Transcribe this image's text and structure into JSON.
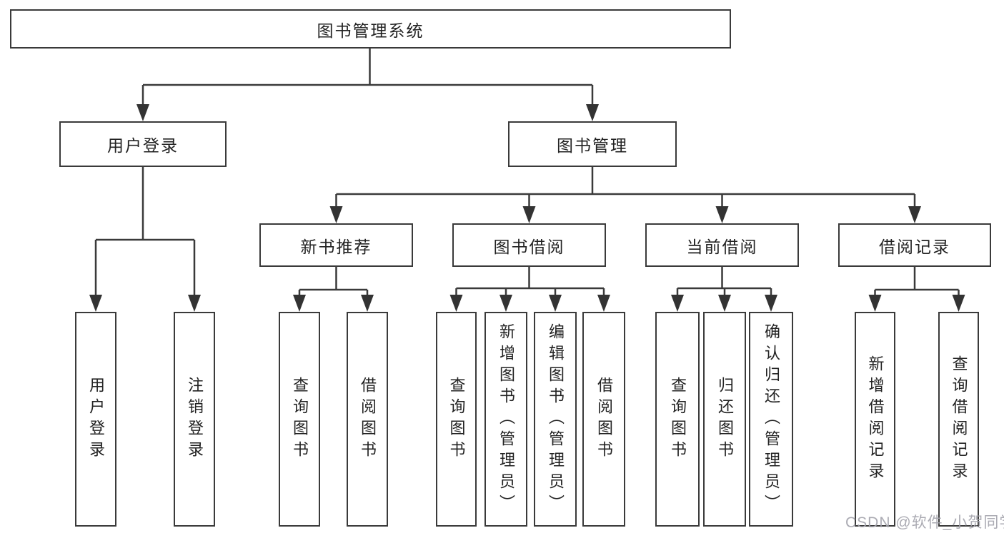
{
  "tree": {
    "label": "图书管理系统",
    "children": [
      {
        "label": "用户登录",
        "children": [
          {
            "label": "用户登录"
          },
          {
            "label": "注销登录"
          }
        ]
      },
      {
        "label": "图书管理",
        "children": [
          {
            "label": "新书推荐",
            "children": [
              {
                "label": "查询图书"
              },
              {
                "label": "借阅图书"
              }
            ]
          },
          {
            "label": "图书借阅",
            "children": [
              {
                "label": "查询图书"
              },
              {
                "label": "新增图书（管理员）"
              },
              {
                "label": "编辑图书（管理员）"
              },
              {
                "label": "借阅图书"
              }
            ]
          },
          {
            "label": "当前借阅",
            "children": [
              {
                "label": "查询图书"
              },
              {
                "label": "归还图书"
              },
              {
                "label": "确认归还（管理员）"
              }
            ]
          },
          {
            "label": "借阅记录",
            "children": [
              {
                "label": "新增借阅记录"
              },
              {
                "label": "查询借阅记录"
              }
            ]
          }
        ]
      }
    ]
  },
  "watermark": {
    "text": "CSDN @软件_小贺同学"
  },
  "colors": {
    "line": "#3a3a3a",
    "box_border": "#3a3a3a",
    "text": "#222222",
    "watermark": "#a4a4ac",
    "background": "#ffffff"
  }
}
